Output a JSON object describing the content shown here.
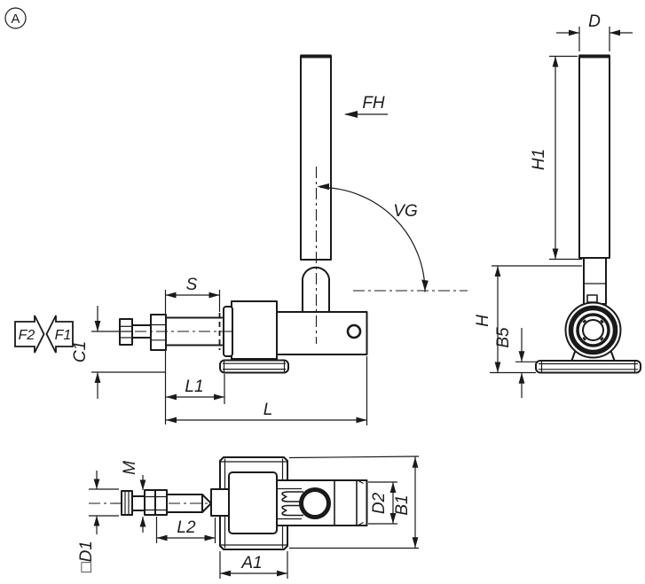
{
  "drawing": {
    "detail_marker": "A",
    "colors": {
      "line": "#1a1a1a",
      "background": "#ffffff"
    },
    "front_view": {
      "handle_force": "FH",
      "swivel_angle": "VG",
      "stroke": "S",
      "clamp_height": "C1",
      "length_l1": "L1",
      "total_length": "L",
      "force_f2": "F2",
      "force_f1": "F1"
    },
    "side_view": {
      "handle_diameter": "D",
      "handle_length": "H1",
      "height": "H",
      "base_thickness": "B5"
    },
    "bottom_view": {
      "thread": "M",
      "square_spindle": "□D1",
      "adjust_length": "L2",
      "base_width": "A1",
      "arm_diameter": "D2",
      "base_length": "B1"
    }
  }
}
